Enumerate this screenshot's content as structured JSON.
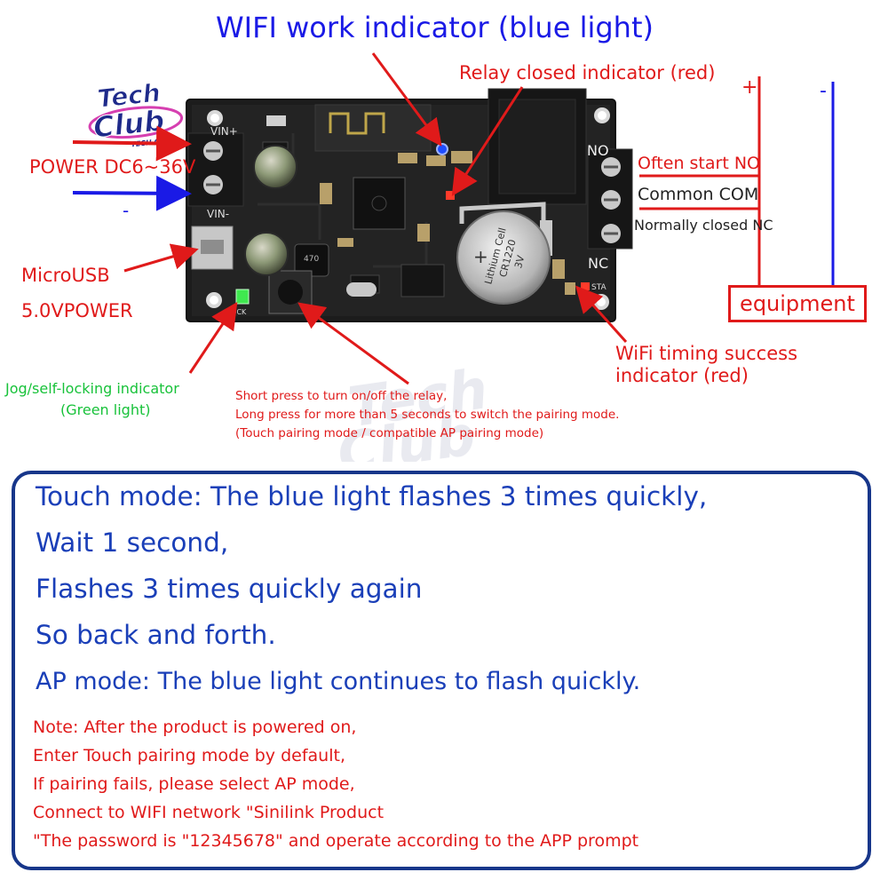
{
  "diagram": {
    "title": "WIFI work indicator (blue light)",
    "relay_label": "Relay closed indicator (red)",
    "power_label": "POWER DC6~36V",
    "microusb_line1": "MicroUSB",
    "microusb_line2": "5.0VPOWER",
    "jog_line1": "Jog/self-locking indicator",
    "jog_line2": "(Green light)",
    "short_press_line1": "Short press to turn on/off the relay,",
    "short_press_line2": "Long press for more than 5 seconds to switch the pairing mode.",
    "short_press_line3": "(Touch pairing mode / compatible AP pairing mode)",
    "no_label": "Often start NO",
    "com_label": "Common COM",
    "nc_label": "Normally closed NC",
    "wifi_timing_line1": "WiFi timing success",
    "wifi_timing_line2": "indicator (red)",
    "plus_sign": "+",
    "minus_sign": "-",
    "minus_sign_left": "-",
    "equipment_label": "equipment",
    "board_labels": {
      "vin_plus": "VIN+",
      "vin_minus": "VIN-",
      "no": "NO",
      "nc": "NC",
      "lock": "LOCK",
      "sta": "STA",
      "battery_line1": "Lithium Cell",
      "battery_line2": "CR1220",
      "battery_line3": "3V",
      "battery_plus": "+",
      "inductor": "470"
    },
    "logo": {
      "line1": "Tech",
      "line2": "Club",
      "sub": "TECH CLUB"
    }
  },
  "info": {
    "lines": [
      "Touch mode: The blue light flashes 3 times quickly,",
      "Wait 1 second,",
      "Flashes 3 times quickly again",
      "So back and forth.",
      "AP mode: The blue light continues to flash quickly."
    ],
    "notes": [
      "Note: After the product is powered on,",
      "Enter Touch pairing mode by default,",
      "If pairing fails, please select AP mode,",
      "Connect to WIFI network \"Sinilink Product",
      "\"The password is \"12345678\" and operate according to the APP prompt"
    ]
  },
  "colors": {
    "title_blue": "#1a1ae6",
    "label_red": "#e01a1a",
    "label_green": "#18c23a",
    "box_border": "#17368a",
    "info_text": "#1a3fb8",
    "pcb": "#1b1b1b"
  }
}
